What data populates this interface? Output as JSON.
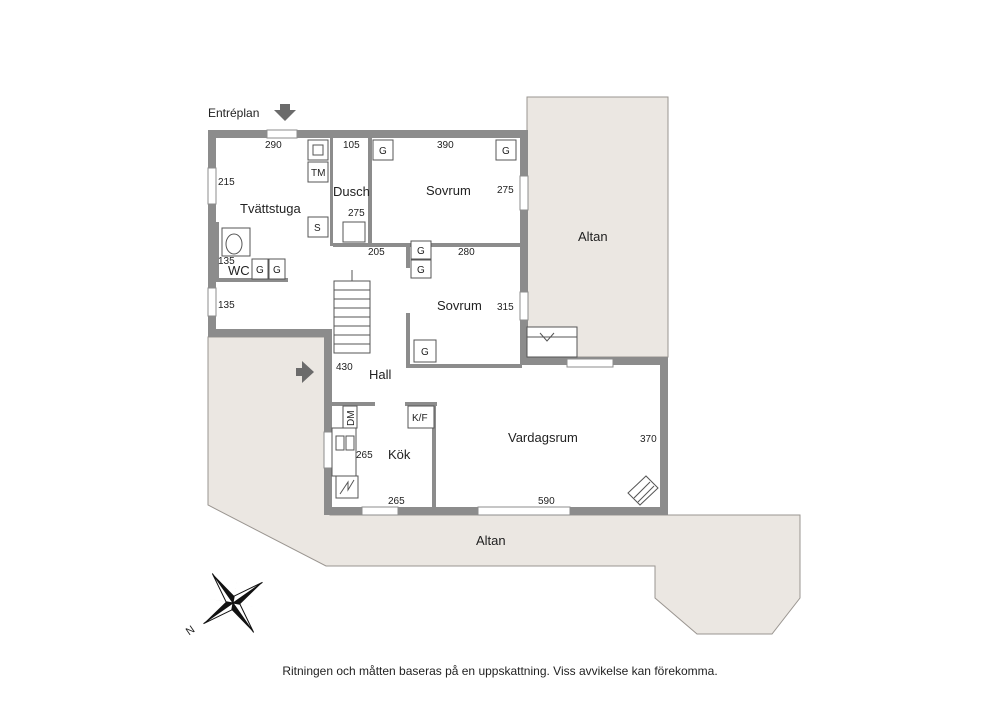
{
  "labels": {
    "entrance": "Entréplan",
    "disclaimer": "Ritningen och måtten baseras på en uppskattning. Viss avvikelse kan förekomma.",
    "compass_n": "N"
  },
  "rooms": {
    "tvattstuga": "Tvättstuga",
    "dusch": "Dusch",
    "wc": "WC",
    "sovrum1": "Sovrum",
    "sovrum2": "Sovrum",
    "hall": "Hall",
    "kok": "Kök",
    "vardagsrum": "Vardagsrum",
    "altan_east": "Altan",
    "altan_south": "Altan"
  },
  "fixtures": {
    "tm": "TM",
    "s": "S",
    "g": "G",
    "dm": "DM",
    "kf": "K/F"
  },
  "dimensions": {
    "tvatt_width": "290",
    "tvatt_side": "215",
    "dusch_width": "105",
    "dusch_side": "275",
    "sov1_width": "390",
    "sov1_side": "275",
    "wc_side": "135",
    "lower_side": "135",
    "hall_top": "205",
    "sov2_width": "280",
    "sov2_side": "315",
    "hall_side": "430",
    "kok_side": "265",
    "kok_width": "265",
    "vardag_side": "370",
    "vardag_width": "590"
  },
  "icons": [
    "entrance-arrow-icon",
    "compass-rose-icon",
    "toilet-icon",
    "stairs-icon"
  ]
}
